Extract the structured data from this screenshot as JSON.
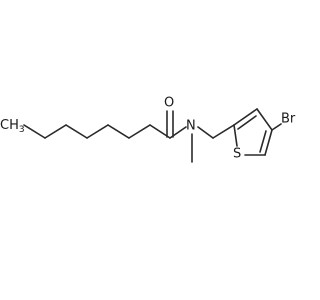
{
  "molecule": {
    "atoms": {
      "o": "O",
      "n": "N",
      "s": "S",
      "br": "Br",
      "ch3_main": "CH",
      "ch3_sub": "3"
    }
  }
}
